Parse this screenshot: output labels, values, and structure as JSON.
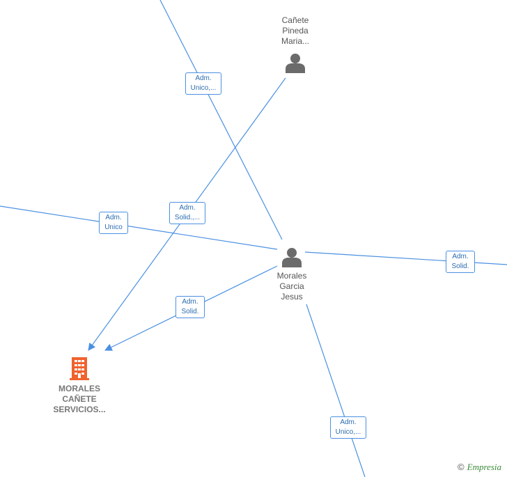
{
  "colors": {
    "edge": "#4a90e2",
    "person": "#6b6b6b",
    "company": "#f0622e"
  },
  "nodes": {
    "person_canete": {
      "label_lines": [
        "Cañete",
        "Pineda",
        "Maria..."
      ],
      "icon": "person-icon"
    },
    "person_morales": {
      "label_lines": [
        "Morales",
        "Garcia",
        "Jesus"
      ],
      "icon": "person-icon"
    },
    "company_morales": {
      "label_lines": [
        "MORALES",
        "CAÑETE",
        "SERVICIOS..."
      ],
      "icon": "building-icon"
    }
  },
  "edge_labels": {
    "top_left": [
      "Adm.",
      "Unico,..."
    ],
    "center": [
      "Adm.",
      "Solid.,..."
    ],
    "left": [
      "Adm.",
      "Unico"
    ],
    "right": [
      "Adm.",
      "Solid."
    ],
    "lower_mid": [
      "Adm.",
      "Solid."
    ],
    "bottom": [
      "Adm.",
      "Unico,..."
    ]
  },
  "watermark": {
    "copyright": "©",
    "brand": "Empresia"
  }
}
